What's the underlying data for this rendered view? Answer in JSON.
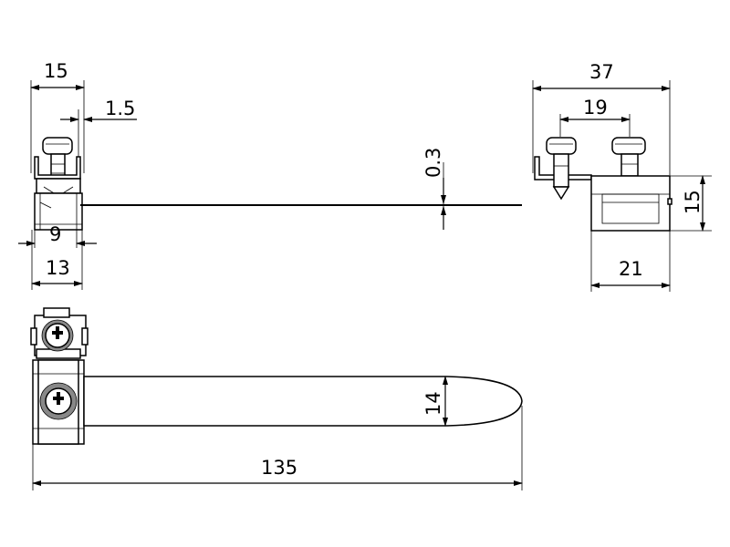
{
  "dimensions": {
    "top_left_width": "15",
    "strap_thickness_left": "1.5",
    "inner_width": "9",
    "bottom_left_width": "13",
    "strap_thickness_mid": "0.3",
    "right_total": "37",
    "screw_spacing": "19",
    "right_height": "15",
    "right_body_width": "21",
    "strap_width": "14",
    "overall_length": "135"
  },
  "colors": {
    "line": "#000000",
    "background": "#ffffff",
    "screw_fill": "#888888"
  }
}
